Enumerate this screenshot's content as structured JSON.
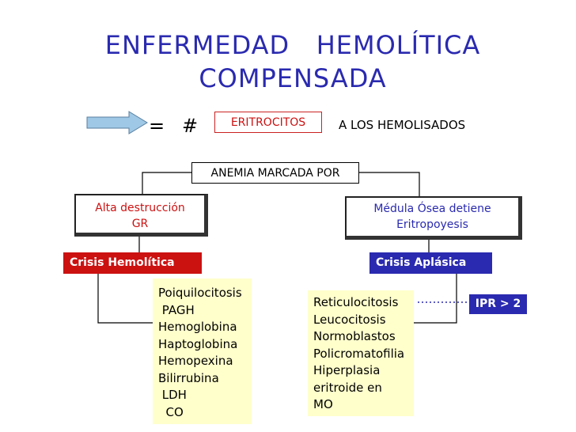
{
  "title": "ENFERMEDAD   HEMOLÍTICA\nCOMPENSADA",
  "equation": {
    "equals": "=",
    "hash": "#"
  },
  "eritrocitos_label": "ERITROCITOS",
  "hemolisados_label": "A LOS HEMOLISADOS",
  "anemia_label": "ANEMIA  MARCADA POR",
  "left_box": {
    "line1": "Alta destrucción",
    "line2": "GR"
  },
  "right_box": {
    "line1": "Médula Ósea detiene",
    "line2": "Eritropoyesis"
  },
  "crisis_hemolitica": "Crisis Hemolítica",
  "crisis_aplasica": "Crisis Aplásica",
  "left_list": [
    "Poiquilocitosis",
    " PAGH",
    "Hemoglobina",
    "Haptoglobina",
    "Hemopexina",
    "Bilirrubina",
    " LDH",
    "  CO"
  ],
  "right_list": [
    "Reticulocitosis",
    "Leucocitosis",
    "Normoblastos",
    "Policromatofilia",
    "Hiperplasia",
    "eritroide en",
    "MO"
  ],
  "ipr_label": "IPR > 2",
  "colors": {
    "blue": "#2a2ab0",
    "red": "#cc1111",
    "yellow": "#ffffcc",
    "arrow": "#9ec8e6"
  }
}
